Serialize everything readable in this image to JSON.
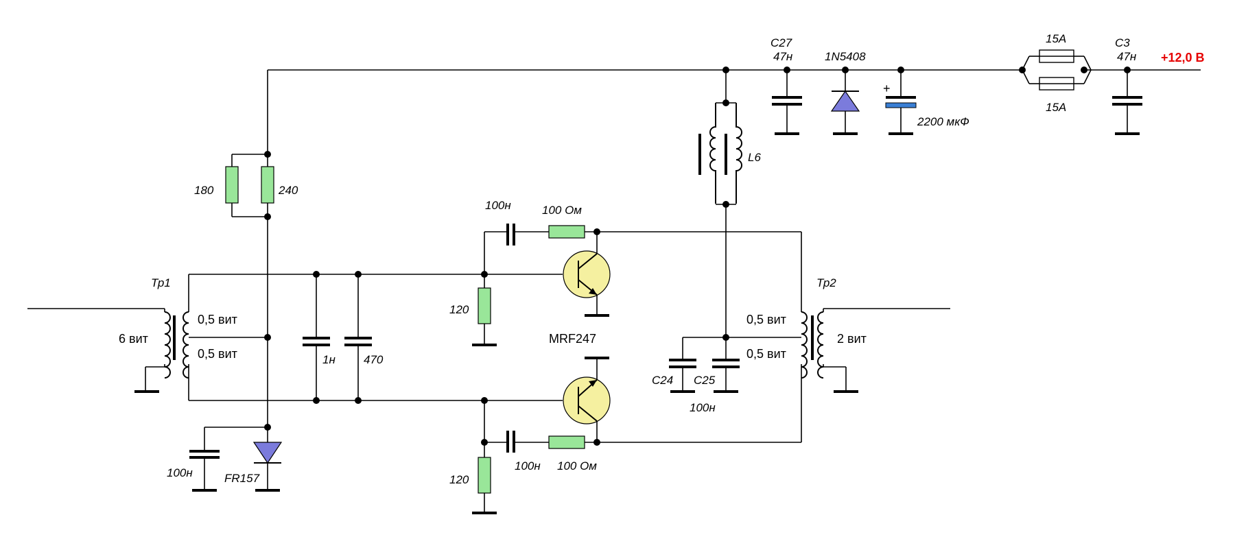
{
  "tr1": {
    "name": "Тр1",
    "primary": "6 вит",
    "sec_top": "0,5 вит",
    "sec_bottom": "0,5 вит"
  },
  "tr2": {
    "name": "Тр2",
    "secondary": "2 вит",
    "pri_top": "0,5 вит",
    "pri_bottom": "0,5 вит"
  },
  "bias": {
    "r1": "180",
    "r2": "240",
    "cap": "100н",
    "diode": "FR157"
  },
  "input_caps": {
    "c1": "1н",
    "c2": "470"
  },
  "top_stage": {
    "cap": "100н",
    "res": "100 Ом",
    "gate_res": "120"
  },
  "bottom_stage": {
    "cap": "100н",
    "res": "100 Ом",
    "gate_res": "120"
  },
  "transistor": "MRF247",
  "choke": "L6",
  "out_caps": {
    "c24": "C24",
    "c25": "C25",
    "value": "100н"
  },
  "supply": {
    "c27_name": "C27",
    "c27_val": "47н",
    "diode": "1N5408",
    "elco_val": "2200 мкФ",
    "elco_pol": "+",
    "fuse1": "15A",
    "fuse2": "15A",
    "c3_name": "C3",
    "c3_val": "47н",
    "voltage": "+12,0 В"
  },
  "colors": {
    "resistor": "#99e699",
    "diode": "#7b7bdc",
    "transistor": "#f5f0a0",
    "elco": "#3a7fd5",
    "voltage": "#e60000"
  }
}
